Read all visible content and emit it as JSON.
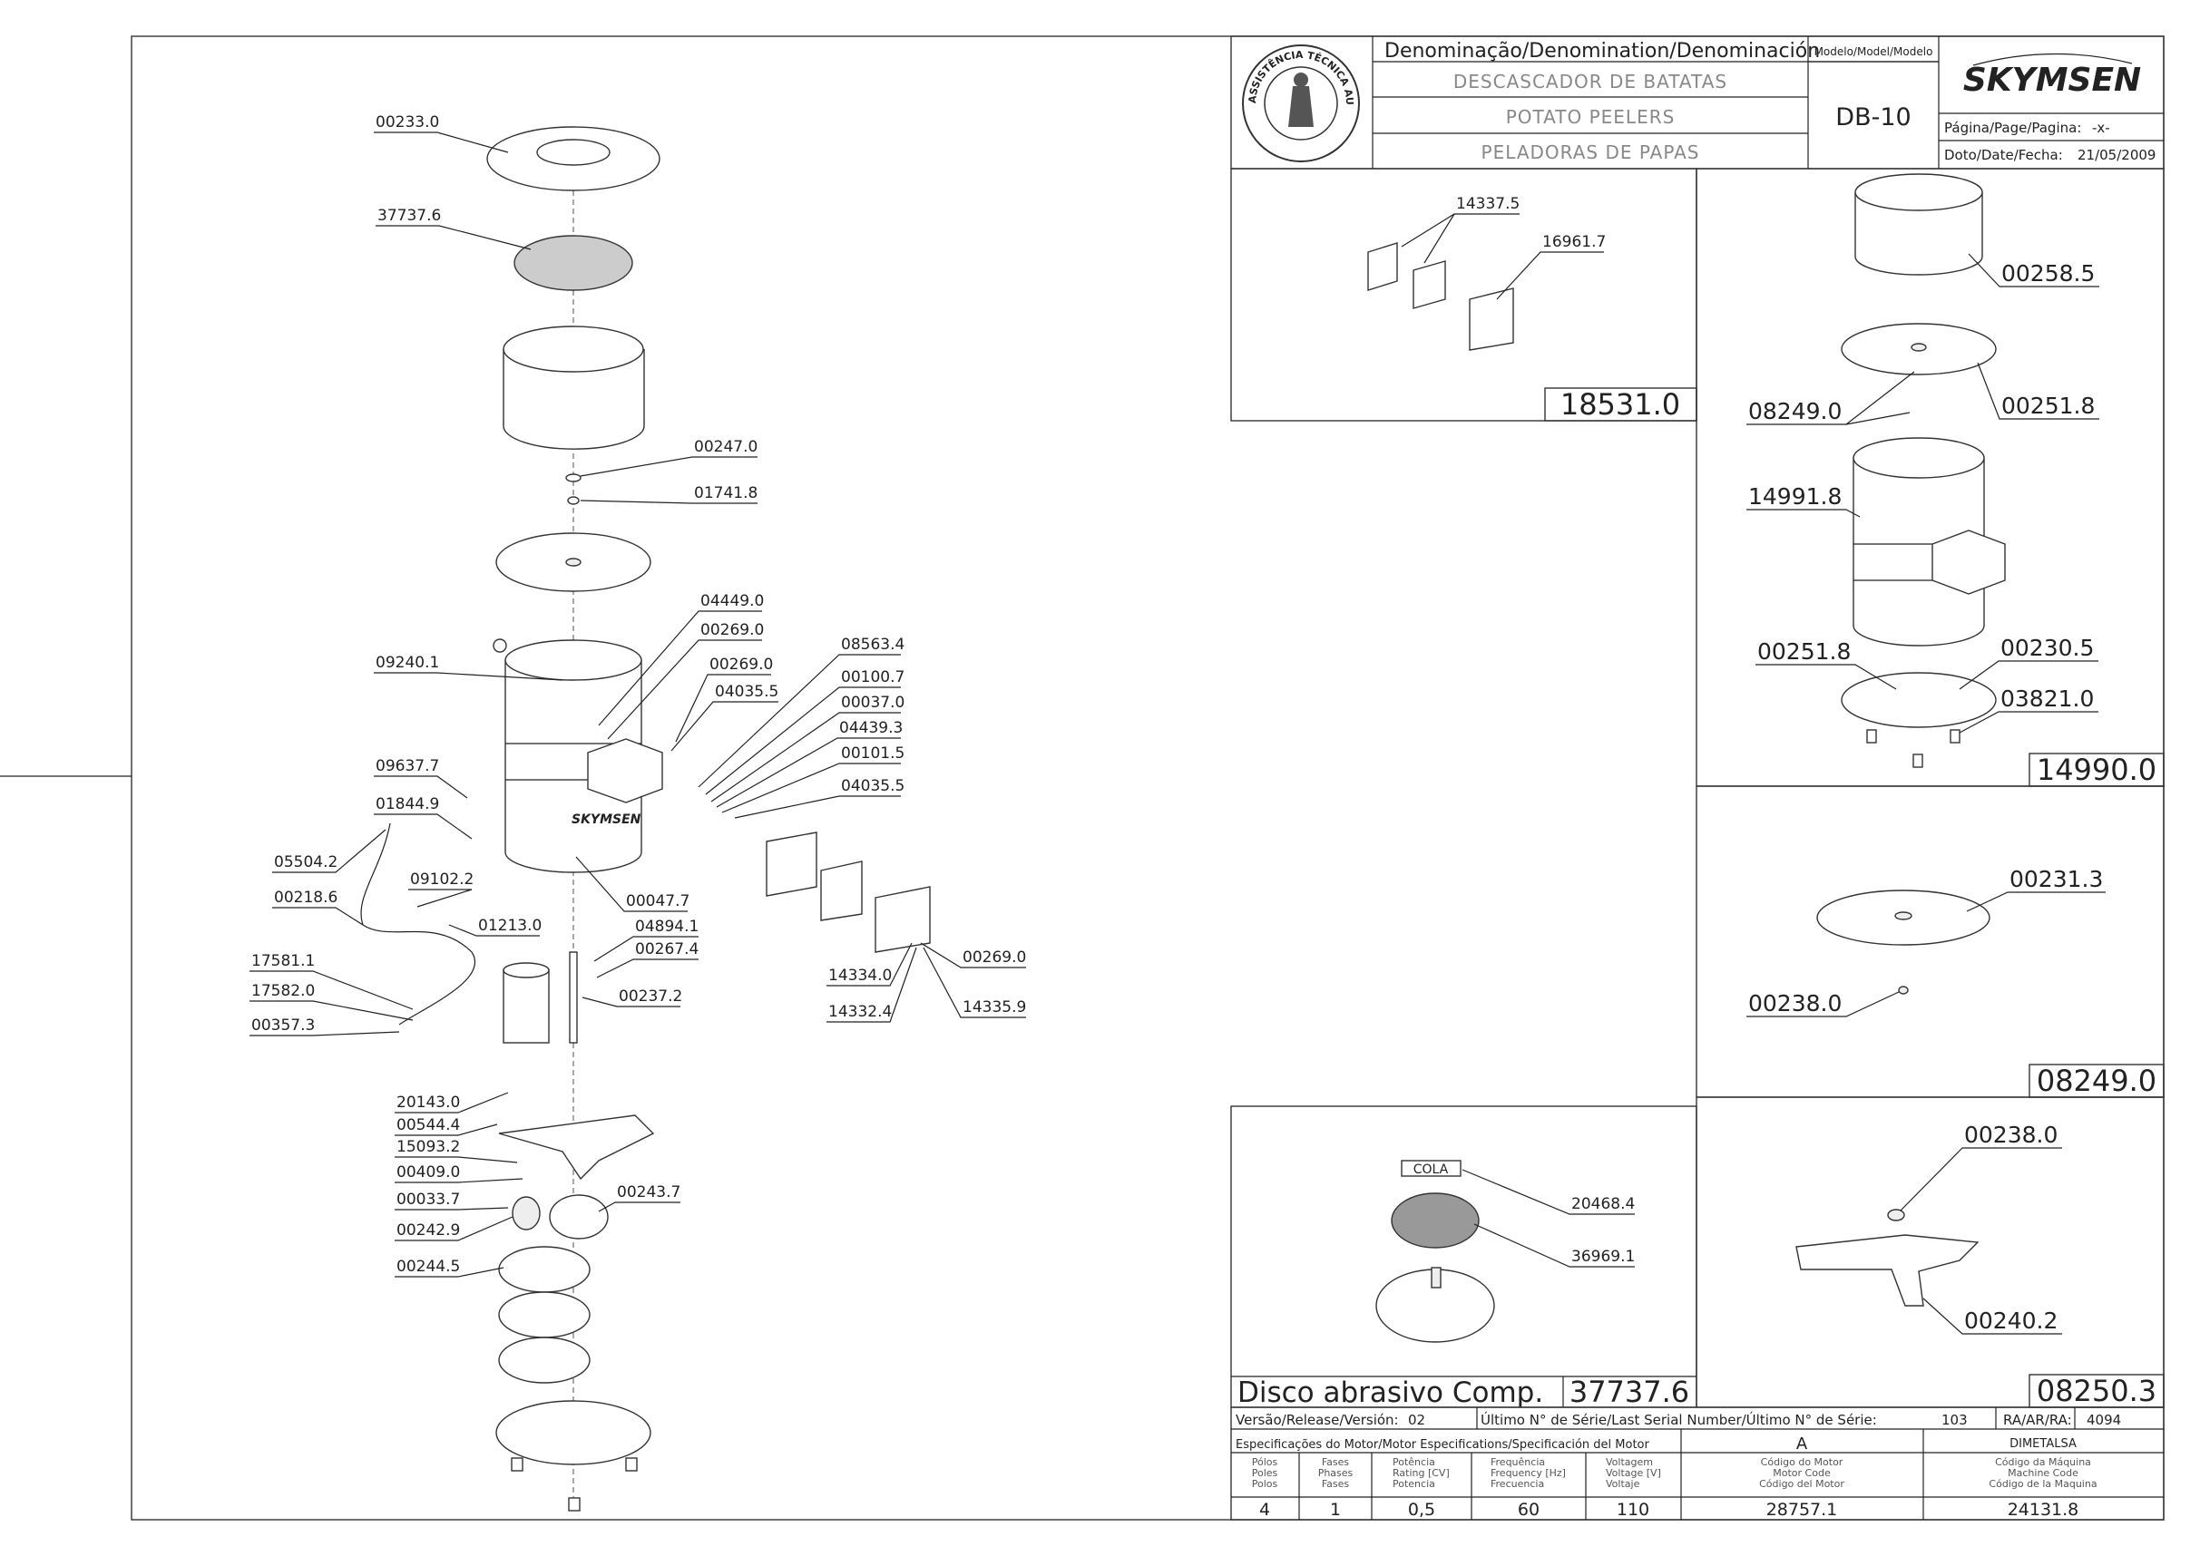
{
  "header": {
    "denomination_title": "Denominação/Denomination/Denominación",
    "name_pt": "DESCASCADOR DE BATATAS",
    "name_en": "POTATO PEELERS",
    "name_es": "PELADORAS DE PAPAS",
    "model_title": "Modelo/Model/Modelo",
    "model_value": "DB-10",
    "brand": "SKYMSEN",
    "seal_text": "ASSISTÊNCIA TÉCNICA AUTORIZADA",
    "page_label": "Página/Page/Pagina:",
    "page_value": "-x-",
    "date_label": "Doto/Date/Fecha:",
    "date_value": "21/05/2009"
  },
  "main_labels": [
    "00233.0",
    "37737.6",
    "00247.0",
    "01741.8",
    "04449.0",
    "00269.0",
    "00269.0",
    "04035.5",
    "08563.4",
    "00100.7",
    "00037.0",
    "04439.3",
    "00101.5",
    "04035.5",
    "09240.1",
    "09637.7",
    "01844.9",
    "05504.2",
    "09102.2",
    "00218.6",
    "01213.0",
    "00047.7",
    "04894.1",
    "00267.4",
    "00237.2",
    "17581.1",
    "17582.0",
    "00357.3",
    "20143.0",
    "00544.4",
    "15093.2",
    "00409.0",
    "00033.7",
    "00242.9",
    "00243.7",
    "00244.5",
    "14334.0",
    "14332.4",
    "00269.0",
    "14335.9"
  ],
  "box_18531": {
    "labels": [
      "14337.5",
      "16961.7"
    ],
    "number": "18531.0"
  },
  "box_14990": {
    "labels": [
      "00258.5",
      "08249.0",
      "00251.8",
      "14991.8",
      "00251.8",
      "00230.5",
      "03821.0"
    ],
    "number": "14990.0"
  },
  "box_08249": {
    "labels": [
      "00231.3",
      "00238.0"
    ],
    "number": "08249.0"
  },
  "box_37737": {
    "cola": "COLA",
    "labels": [
      "20468.4",
      "36969.1"
    ],
    "title": "Disco abrasivo Comp.",
    "number": "37737.6"
  },
  "box_08250": {
    "labels": [
      "00238.0",
      "00240.2"
    ],
    "number": "08250.3"
  },
  "footer": {
    "version_label": "Versão/Release/Versión:",
    "version_value": "02",
    "serial_label": "Último N° de Série/Last Serial Number/Último N° de Série:",
    "serial_value": "103",
    "ra_label": "RA/AR/RA:",
    "ra_value": "4094",
    "motor_spec_title": "Especificações do Motor/Motor Especifications/Specificación del Motor",
    "motor_letter": "A",
    "manufacturer": "DIMETALSA",
    "col_poles": [
      "Pólos",
      "Poles",
      "Polos"
    ],
    "col_phases": [
      "Fases",
      "Phases",
      "Fases"
    ],
    "col_power": [
      "Potência",
      "Rating [CV]",
      "Potencia"
    ],
    "col_freq": [
      "Frequência",
      "Frequency [Hz]",
      "Frecuencia"
    ],
    "col_voltage": [
      "Voltagem",
      "Voltage [V]",
      "Voltaje"
    ],
    "col_motor_code": [
      "Código do Motor",
      "Motor Code",
      "Código del Motor"
    ],
    "col_machine_code": [
      "Código da Máquina",
      "Machine Code",
      "Código de la Maquina"
    ],
    "poles": "4",
    "phases": "1",
    "power": "0,5",
    "frequency": "60",
    "voltage": "110",
    "motor_code": "28757.1",
    "machine_code": "24131.8"
  }
}
